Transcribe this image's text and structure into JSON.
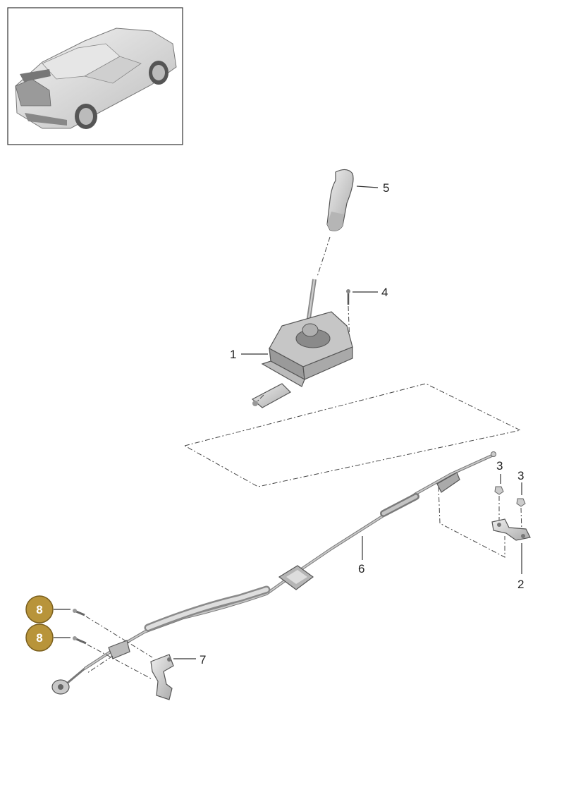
{
  "callouts": [
    {
      "id": "1",
      "label": "1"
    },
    {
      "id": "2",
      "label": "2"
    },
    {
      "id": "3a",
      "label": "3"
    },
    {
      "id": "3b",
      "label": "3"
    },
    {
      "id": "4",
      "label": "4"
    },
    {
      "id": "5",
      "label": "5"
    },
    {
      "id": "6",
      "label": "6"
    },
    {
      "id": "7",
      "label": "7"
    }
  ],
  "badges": [
    {
      "id": "8a",
      "label": "8"
    },
    {
      "id": "8b",
      "label": "8"
    }
  ],
  "colors": {
    "badge_fill": "#b8943a",
    "badge_stroke": "#7a5f1e",
    "part_fill": "#d4d4d4",
    "part_dark": "#9a9a9a",
    "thumbnail_border": "#333333"
  }
}
